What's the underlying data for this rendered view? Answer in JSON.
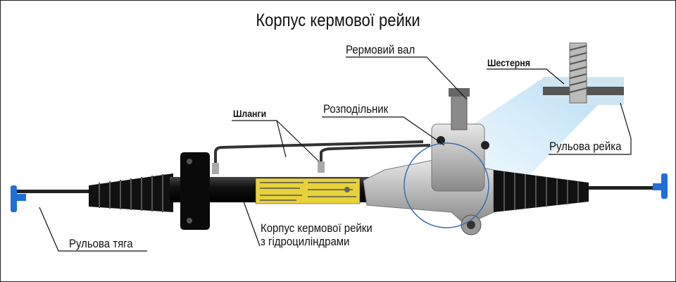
{
  "title": "Корпус кермової рейки",
  "labels": {
    "steering_shaft": "Рермовий вал",
    "pinion": "Шестерня",
    "hoses": "Шланги",
    "distributor": "Розподільник",
    "steering_rack": "Рульова рейка",
    "tie_rod": "Рульова тяга",
    "housing_line1": "Корпус кермової рейки",
    "housing_line2": "з гідроциліндрами"
  },
  "colors": {
    "tie_rod_end": "#1f6fd6",
    "warning_label": "#e8d23a",
    "callout_glow": "#9fd0ee"
  }
}
